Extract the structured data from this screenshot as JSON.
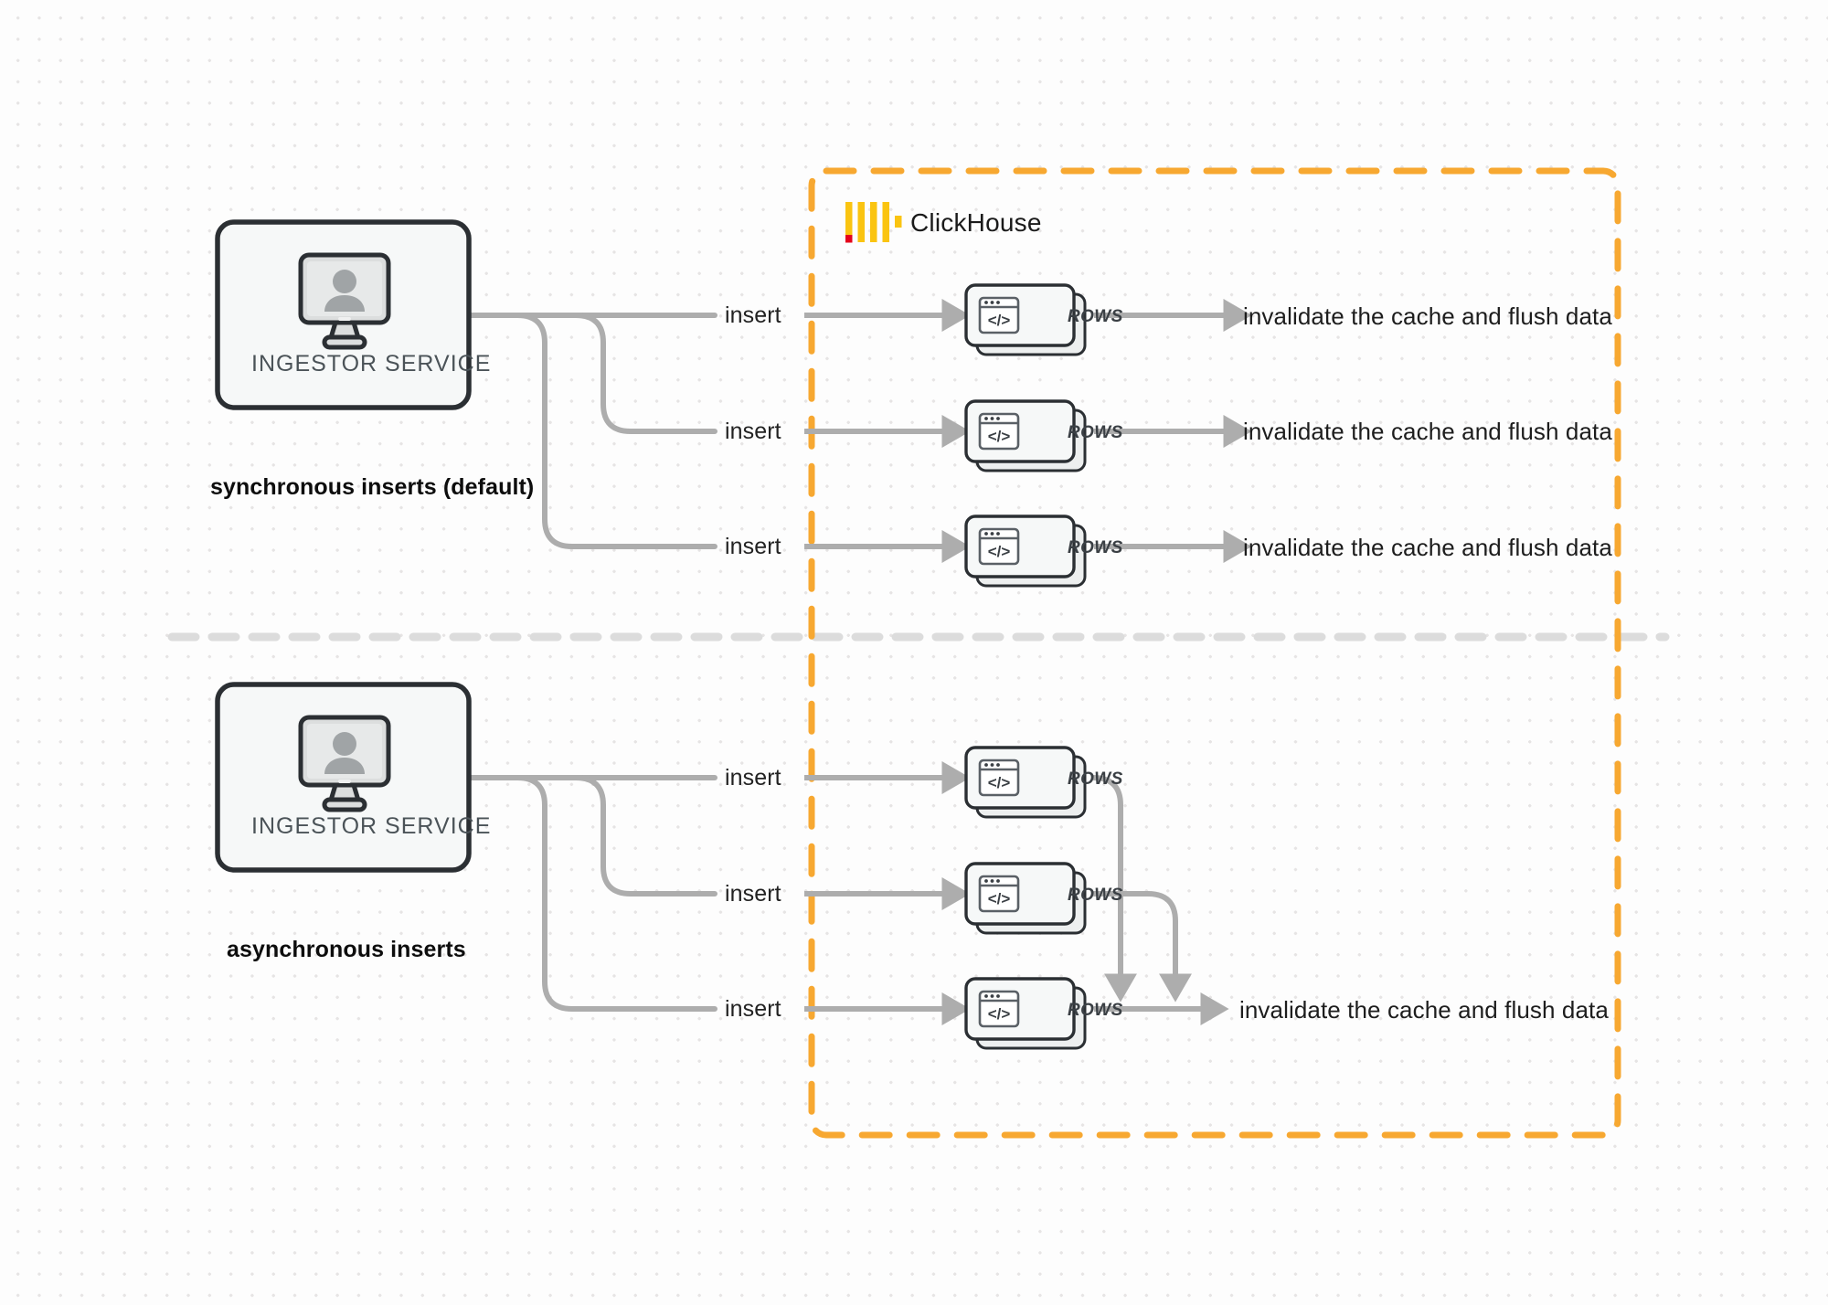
{
  "diagram": {
    "title": "ClickHouse synchronous vs asynchronous inserts",
    "colors": {
      "boundary_orange": "#F7A831",
      "logo_yellow": "#FAC411",
      "logo_red": "#E4021B",
      "connector_gray": "#ADADAD",
      "node_border": "#2B2F33",
      "node_fill": "#F6F8F8",
      "divider_gray": "#DCDCDC",
      "canvas": "#FDFDFD"
    },
    "boundary": {
      "label": "ClickHouse",
      "logo_name": "clickhouse-logo"
    },
    "sections": [
      {
        "id": "synchronous",
        "mode_label": "synchronous inserts (default)",
        "service": {
          "label": "INGESTOR SERVICE",
          "icon": "monitor-user-icon"
        },
        "rows": [
          {
            "label": "ROWS",
            "insert_label": "insert",
            "flush_label": "invalidate the cache and flush data"
          },
          {
            "label": "ROWS",
            "insert_label": "insert",
            "flush_label": "invalidate the cache and flush data"
          },
          {
            "label": "ROWS",
            "insert_label": "insert",
            "flush_label": "invalidate the cache and flush data"
          }
        ]
      },
      {
        "id": "asynchronous",
        "mode_label": "asynchronous inserts",
        "service": {
          "label": "INGESTOR SERVICE",
          "icon": "monitor-user-icon"
        },
        "rows": [
          {
            "label": "ROWS",
            "insert_label": "insert"
          },
          {
            "label": "ROWS",
            "insert_label": "insert"
          },
          {
            "label": "ROWS",
            "insert_label": "insert"
          }
        ],
        "flush_label": "invalidate the cache and flush data"
      }
    ]
  }
}
